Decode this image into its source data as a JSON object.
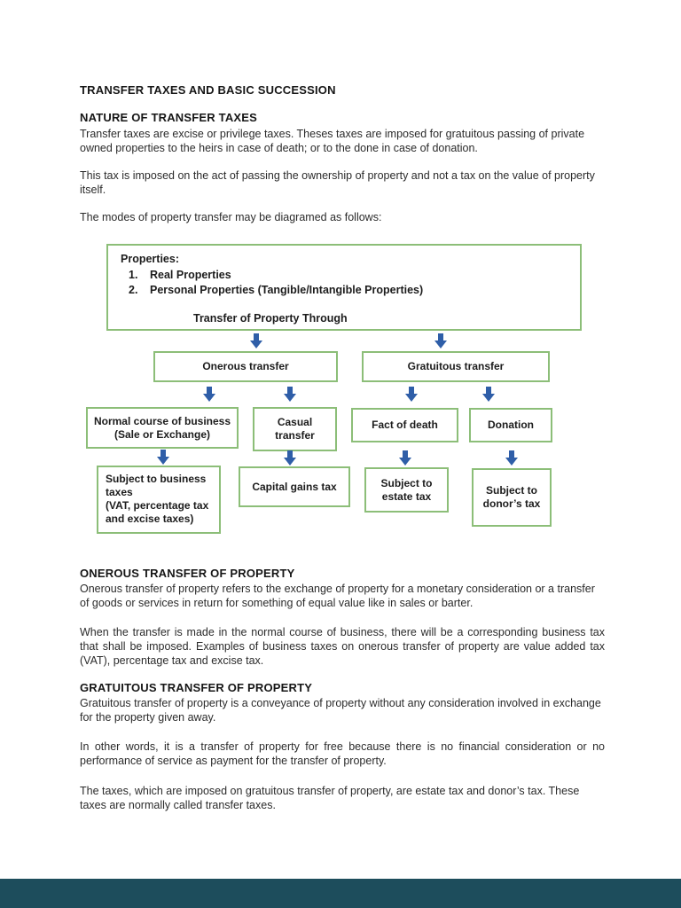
{
  "document": {
    "title": "TRANSFER TAXES AND BASIC SUCCESSION",
    "nature": {
      "heading": "NATURE OF TRANSFER TAXES",
      "para1": "Transfer taxes are excise or privilege taxes. Theses taxes are imposed for gratuitous passing of private owned properties to the heirs in case of death; or to the done in case of donation.",
      "para2": "This tax is imposed on the act of passing the ownership of property and not a tax on the value of property itself.",
      "para3": "The modes of property transfer may be diagramed as follows:"
    },
    "onerous": {
      "heading": "ONEROUS TRANSFER OF PROPERTY",
      "para1": "Onerous transfer of property refers to the exchange of property for a monetary consideration or a transfer of goods or services in return for something of equal value like in sales or barter.",
      "para2": "When the transfer is made in the normal course of business, there will be a corresponding business tax that shall be imposed. Examples of business taxes on onerous transfer of property are value added tax (VAT), percentage tax and excise tax."
    },
    "gratuitous": {
      "heading": "GRATUITOUS TRANSFER OF PROPERTY",
      "para1": "Gratuitous transfer of property is a conveyance of property without any consideration involved in exchange for the property given away.",
      "para2": "In other words, it is a transfer of property for free because there is no financial consideration or no performance of service as payment for the transfer of property.",
      "para3": "The taxes, which are imposed on gratuitous transfer of property, are estate tax and donor’s tax. These taxes are normally called transfer taxes."
    }
  },
  "diagram": {
    "properties_box": {
      "title": "Properties:",
      "items": [
        {
          "num": "1.",
          "label": "Real Properties"
        },
        {
          "num": "2.",
          "label": "Personal Properties (Tangible/Intangible Properties)"
        }
      ],
      "subtitle": "Transfer of Property Through"
    },
    "onerous_box": "Onerous transfer",
    "gratuitous_box": "Gratuitous transfer",
    "normal_box": "Normal course of business\n(Sale or Exchange)",
    "casual_box": "Casual\ntransfer",
    "fact_box": "Fact of death",
    "donation_box": "Donation",
    "business_box": "Subject to business\ntaxes\n(VAT, percentage tax\nand excise taxes)",
    "capital_box": "Capital gains tax",
    "estate_box": "Subject to\nestate tax",
    "donor_box": "Subject to\ndonor’s tax"
  },
  "colors": {
    "box_border": "#8cbe78",
    "arrow": "#2f5ea8",
    "footer_bar": "#1d4d5c",
    "text": "#262626"
  }
}
